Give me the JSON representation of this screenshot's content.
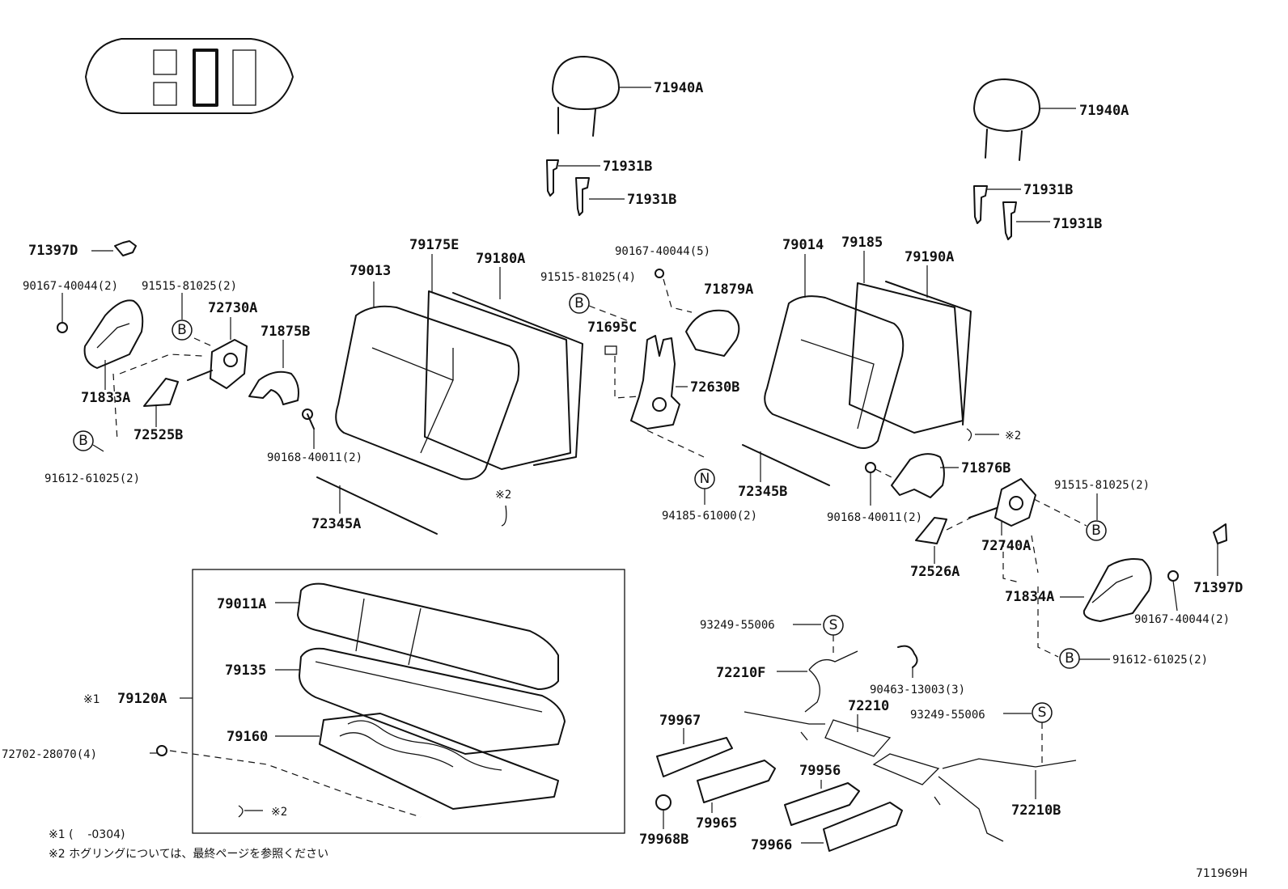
{
  "diagram_id": "711969H",
  "parts": {
    "headrest_left": "71940A",
    "headrest_right": "71940A",
    "support_l1": "71931B",
    "support_l2": "71931B",
    "support_r1": "71931B",
    "support_r2": "71931B",
    "cover_l": "71397D",
    "cover_r": "71397D",
    "bolt_l": "90167-40044(2)",
    "bolt_r": "90167-40044(2)",
    "bolt_center": "90167-40044(5)",
    "screw_b_l": "91515-81025(2)",
    "screw_b_r": "91515-81025(2)",
    "screw_b_c": "91515-81025(4)",
    "lock_l": "72730A",
    "lock_r": "72740A",
    "trim_l": "71875B",
    "trim_r": "71876B",
    "hinge_cover_l": "71833A",
    "hinge_cover_r": "71834A",
    "knob_l": "72525B",
    "knob_r": "72526A",
    "screw_612_l": "91612-61025(2)",
    "screw_612_r": "91612-61025(2)",
    "bolt_168_l": "90168-40011(2)",
    "bolt_168_r": "90168-40011(2)",
    "back_assy_l": "79013",
    "back_cover_l": "79175E",
    "back_frame_l": "79180A",
    "back_assy_r": "79014",
    "back_cover_r": "79185",
    "back_frame_r": "79190A",
    "center_cover": "71879A",
    "center_pad": "71695C",
    "center_lock": "72630B",
    "nut_n": "94185-61000(2)",
    "rod_l": "72345A",
    "rod_r": "72345B",
    "cushion_assy": "79120A",
    "cushion_cover": "79011A",
    "cushion_pad": "79135",
    "cushion_frame": "79160",
    "cushion_bolt": "72702-28070(4)",
    "clip_s_1": "93249-55006",
    "clip_s_2": "93249-55006",
    "cable_f": "72210F",
    "cable": "72210",
    "cable_b": "72210B",
    "clamp": "90463-13003(3)",
    "guard_67": "79967",
    "guard_65": "79965",
    "guard_68": "79968B",
    "guard_56": "79956",
    "guard_66": "79966"
  },
  "symbols": {
    "b": "B",
    "n": "N",
    "s": "S",
    "ring_note": "※2",
    "asm_note": "※1"
  },
  "footnotes": {
    "note1": "※1 (    -0304)",
    "note2": "※2 ホグリングについては、最終ページを参照ください"
  }
}
